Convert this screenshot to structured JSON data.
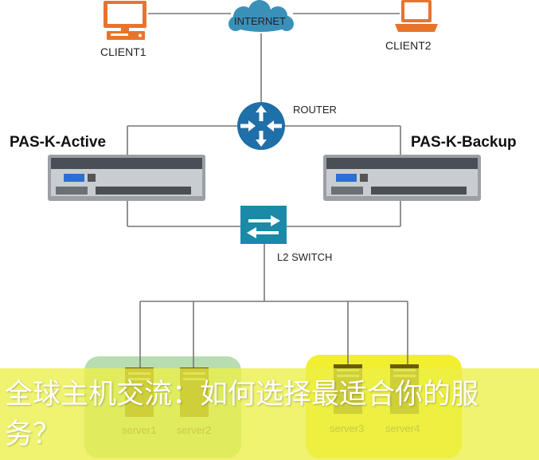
{
  "nodes": {
    "client1": "CLIENT1",
    "client2": "CLIENT2",
    "internet": "INTERNET",
    "router": "ROUTER",
    "active": "PAS-K-Active",
    "backup": "PAS-K-Backup",
    "switch": "L2 SWITCH"
  },
  "servers": [
    "server1",
    "server2",
    "server3",
    "server4"
  ],
  "overlay": {
    "text": "全球主机交流：如何选择最适合你的服务？"
  },
  "colors": {
    "client_icon": "#e8742c",
    "cloud": "#3a90b8",
    "router": "#1f6fa8",
    "switch": "#1a8aa8",
    "server_body": "#6b5a0c",
    "group_left": "#b8ddb0",
    "group_right": "#f2ee30",
    "overlay": "#ecf046",
    "link": "#777777"
  }
}
